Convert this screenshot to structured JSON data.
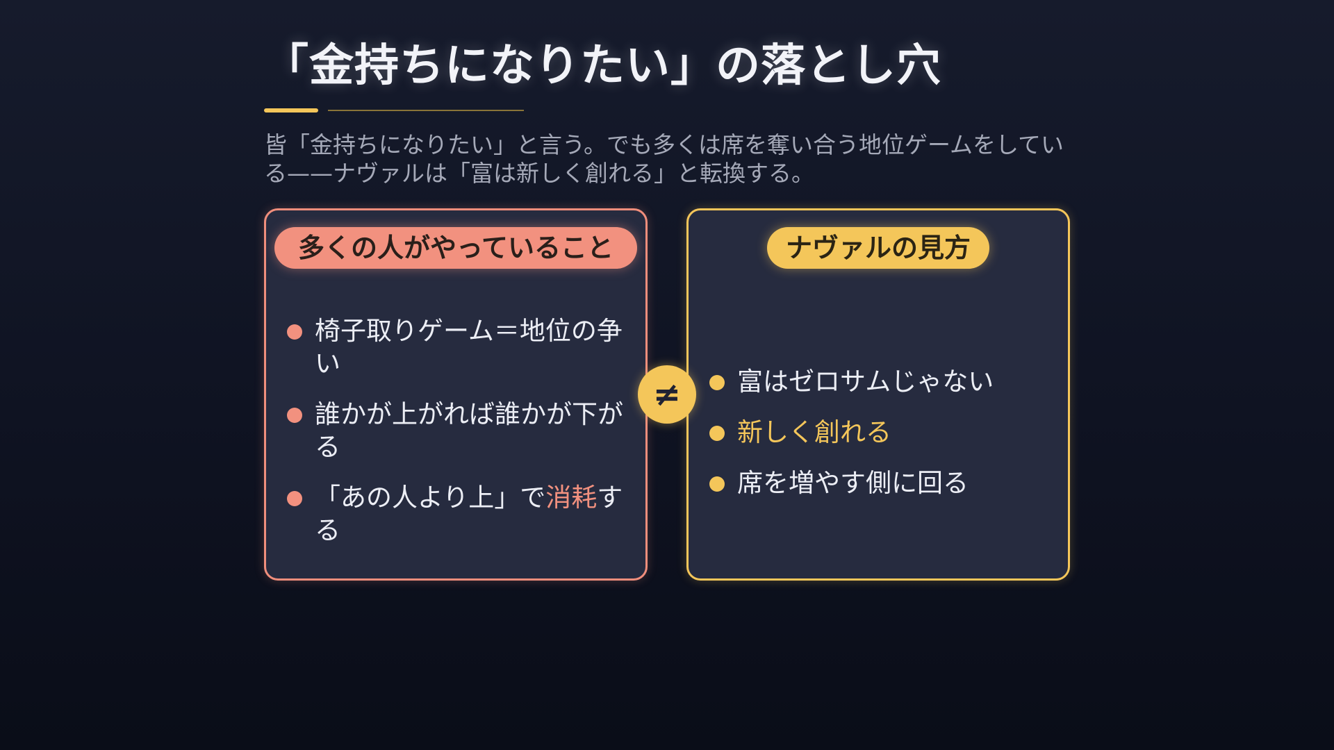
{
  "slide": {
    "title": "「金持ちになりたい」の落とし穴",
    "subtitle": "皆「金持ちになりたい」と言う。でも多くは席を奪い合う地位ゲームをしている——ナヴァルは「富は新しく創れる」と転換する。"
  },
  "left_panel": {
    "heading": "多くの人がやっていること",
    "items": [
      {
        "text": "椅子取りゲーム＝地位の争い"
      },
      {
        "text": "誰かが上がれば誰かが下がる"
      },
      {
        "text_before": "「あの人より上」で",
        "highlight": "消耗",
        "text_after": "する"
      }
    ]
  },
  "right_panel": {
    "heading": "ナヴァルの見方",
    "items": [
      {
        "text": "富はゼロサムじゃない"
      },
      {
        "highlight": "新しく創れる"
      },
      {
        "text": "席を増やす側に回る"
      }
    ]
  },
  "divider": {
    "symbol": "≠",
    "icon": "not-equal-icon"
  },
  "colors": {
    "background": "#121626",
    "panel": "#262b3f",
    "left_accent": "#f2917f",
    "right_accent": "#f4c65a",
    "text": "#eceef5",
    "subtitle": "#a5a9b8"
  }
}
